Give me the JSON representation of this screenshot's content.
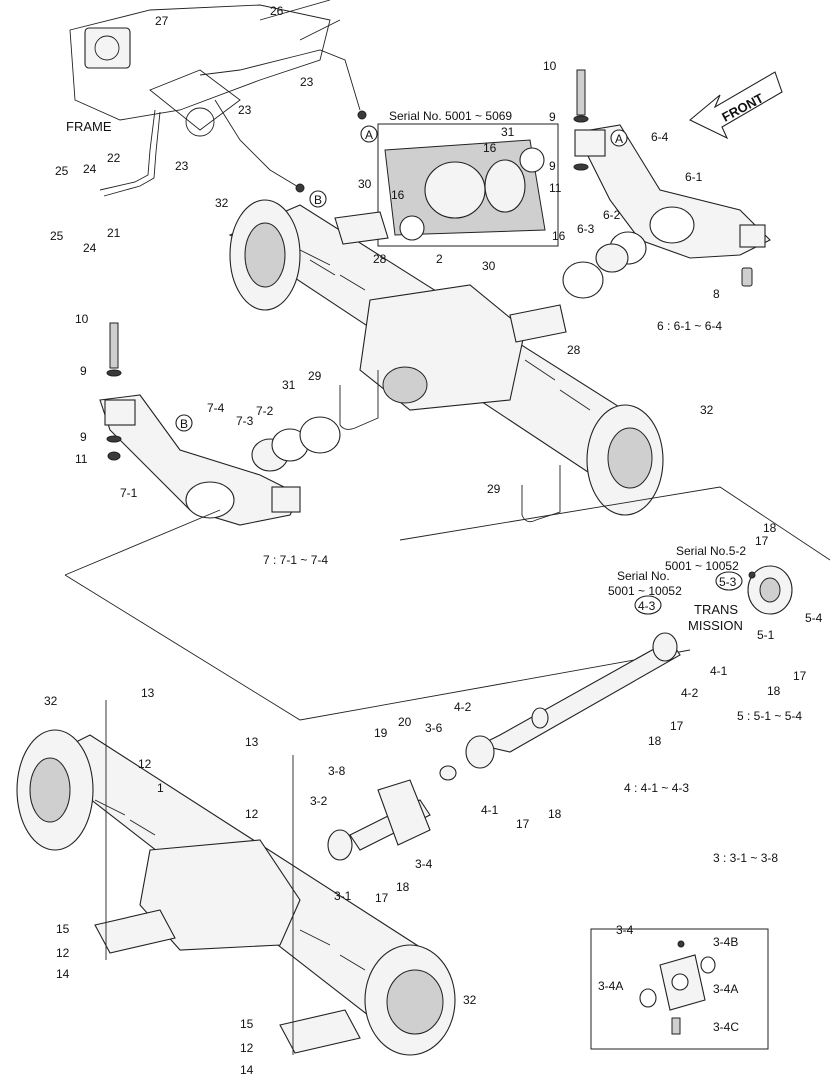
{
  "frame_label": "FRAME",
  "front_label": "FRONT",
  "serial_box_title": "Serial No. 5001 ~ 5069",
  "serial_note_5_2": [
    "Serial No.5-2",
    "5001 ~ 10052"
  ],
  "serial_note_4_3": [
    "Serial No.",
    "5001 ~ 10052"
  ],
  "trans_label": [
    "TRANS",
    "MISSION"
  ],
  "groups": {
    "g6": "6 : 6-1 ~ 6-4",
    "g7": "7 : 7-1 ~ 7-4",
    "g5": "5 : 5-1 ~ 5-4",
    "g4": "4 : 4-1 ~ 4-3",
    "g3": "3 : 3-1 ~ 3-8"
  },
  "detail_box_title": "3-4",
  "circled": {
    "A": "A",
    "B": "B",
    "c53": "5-3",
    "c43": "4-3"
  },
  "callouts": {
    "c27": "27",
    "c26": "26",
    "c23a": "23",
    "c23b": "23",
    "c23c": "23",
    "c22": "22",
    "c21": "21",
    "c24a": "24",
    "c24b": "24",
    "c25a": "25",
    "c25b": "25",
    "c32a": "32",
    "c30a": "30",
    "c28a": "28",
    "c2": "2",
    "c30b": "30",
    "c28b": "28",
    "c10a": "10",
    "c9a": "9",
    "c11a": "11",
    "c8": "8",
    "c64": "6-4",
    "c61": "6-1",
    "c62": "6-2",
    "c63": "6-3",
    "c16a": "16",
    "c31a": "31",
    "c16b": "16",
    "c16c": "16",
    "c10b": "10",
    "c9b": "9",
    "c9c": "9",
    "c11b": "11",
    "c74": "7-4",
    "c72": "7-2",
    "c73": "7-3",
    "c71": "7-1",
    "c31b": "31",
    "c29a": "29",
    "c29b": "29",
    "c32b": "32",
    "c18a": "18",
    "c17a": "17",
    "c52": "5-2",
    "c54": "5-4",
    "c51": "5-1",
    "c18b": "18",
    "c17b": "17",
    "c41a": "4-1",
    "c42a": "4-2",
    "c18c": "18",
    "c17c": "17",
    "c32c": "32",
    "c13a": "13",
    "c12a": "12",
    "c1": "1",
    "c15a": "15",
    "c12b": "12",
    "c14a": "14",
    "c13b": "13",
    "c12c": "12",
    "c15b": "15",
    "c12d": "12",
    "c14b": "14",
    "c19": "19",
    "c20": "20",
    "c36": "3-6",
    "c42b": "4-2",
    "c38": "3-8",
    "c32": "3-2",
    "c31": "3-1",
    "c34": "3-4",
    "c18d": "18",
    "c17d": "17",
    "c41b": "4-1",
    "c17e": "17",
    "c18e": "18",
    "c32d": "32",
    "c34b": "3-4B",
    "c34a1": "3-4A",
    "c34a2": "3-4A",
    "c34c": "3-4C"
  }
}
